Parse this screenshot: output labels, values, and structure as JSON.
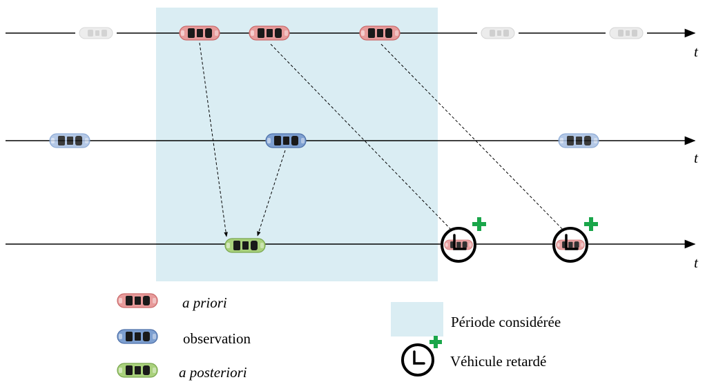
{
  "colors": {
    "prior": "#e79a9a",
    "prior_dark": "#c96a6a",
    "observation": "#7d9fd0",
    "observation_dark": "#4d6fa8",
    "posterior": "#a9d17c",
    "posterior_dark": "#79a64e",
    "ghost": "#d9d9d9",
    "period": "#daedf3",
    "clock_plus": "#1aa64a"
  },
  "axes": {
    "time_label": "t",
    "lines": [
      "a priori",
      "observation",
      "a posteriori"
    ]
  },
  "legend": {
    "prior": "a priori",
    "observation": "observation",
    "posterior": "a posteriori",
    "period": "Période considérée",
    "delayed": "Véhicule retardé"
  },
  "icons": {
    "car": "car-icon",
    "delayed": "clock-plus-icon"
  }
}
